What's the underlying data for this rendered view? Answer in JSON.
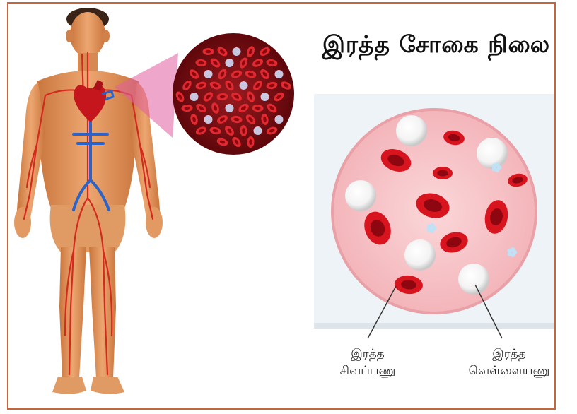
{
  "title": "இரத்த சோகை நிலை",
  "labels": {
    "rbc_line1": "இரத்த",
    "rbc_line2": "சிவப்பணு",
    "wbc_line1": "இரத்த",
    "wbc_line2": "வெள்ளையணு"
  },
  "colors": {
    "frame": "#c8643a",
    "skin": "#e39a62",
    "artery": "#d42a1e",
    "vein": "#2a63c9",
    "plasma": "#f8c9cc",
    "red_cell": "#c8101a",
    "white_cell": "#ffffff",
    "magnifier_bg": "#7a0f12"
  }
}
